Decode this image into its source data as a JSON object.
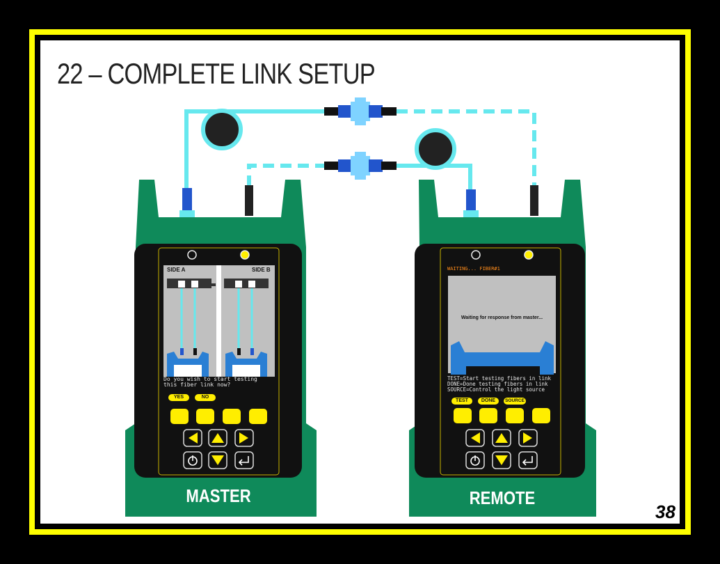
{
  "title": "22 – COMPLETE LINK SETUP",
  "page_number": "38",
  "colors": {
    "frame": "#ffff00",
    "device_body": "#0f8a5a",
    "fiber": "#66e8ee",
    "button": "#ffee00",
    "screen_bg": "#c0c0c0"
  },
  "master": {
    "label": "MASTER",
    "side_a": "SIDE A",
    "side_b": "SIDE B",
    "prompt_line1": "Do you wish to start testing",
    "prompt_line2": "this fiber link now?",
    "softkeys": [
      "YES",
      "NO"
    ]
  },
  "remote": {
    "label": "REMOTE",
    "status": "WAITING... FIBER#1",
    "waiting_msg": "Waiting for response from master...",
    "help_line1": "TEST=Start testing fibers in link",
    "help_line2": "DONE=Done testing fibers in link",
    "help_line3": "SOURCE=Control the light source",
    "softkeys": [
      "TEST",
      "DONE",
      "SOURCE"
    ]
  }
}
